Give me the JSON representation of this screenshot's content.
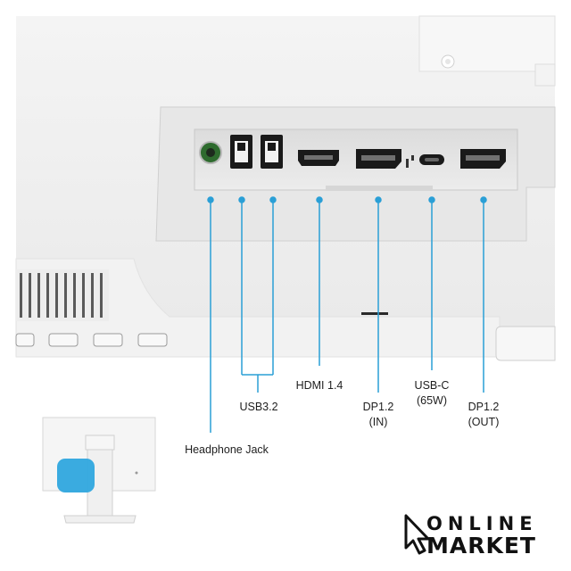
{
  "labels": {
    "usb": "USB3.2",
    "hdmi": "HDMI 1.4",
    "dp_in_1": "DP1.2",
    "dp_in_2": "(IN)",
    "usbc_1": "USB-C",
    "usbc_2": "(65W)",
    "dp_out_1": "DP1.2",
    "dp_out_2": "(OUT)",
    "headphone": "Headphone Jack"
  },
  "brand": {
    "top": "ONLINE",
    "bottom": "MARKET"
  },
  "colors": {
    "accent": "#2a9fd6",
    "highlight": "#2fa6de",
    "monitor_white": "#f1f1f1",
    "port_black": "#1a1a1a",
    "text": "#1e1e1e"
  },
  "icons": [
    "cursor-arrow-logo-icon"
  ]
}
